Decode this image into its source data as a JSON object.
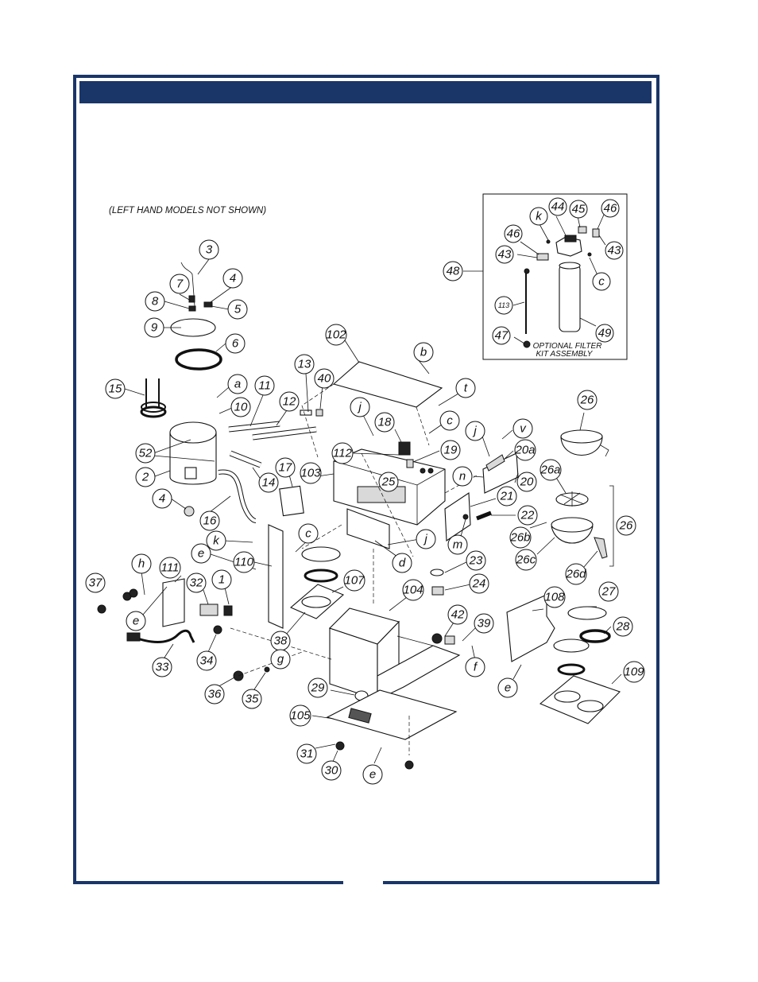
{
  "note": "(LEFT HAND MODELS NOT SHOWN)",
  "filter_kit_label_line1": "OPTIONAL FILTER",
  "filter_kit_label_line2": "KIT ASSEMBLY",
  "colors": {
    "frame": "#1a3668",
    "header": "#1a3668",
    "line": "#111111"
  },
  "callouts": [
    {
      "id": "c-3",
      "label": "3"
    },
    {
      "id": "c-7",
      "label": "7"
    },
    {
      "id": "c-4a",
      "label": "4"
    },
    {
      "id": "c-8",
      "label": "8"
    },
    {
      "id": "c-5",
      "label": "5"
    },
    {
      "id": "c-9",
      "label": "9"
    },
    {
      "id": "c-6",
      "label": "6"
    },
    {
      "id": "c-15",
      "label": "15"
    },
    {
      "id": "c-a",
      "label": "a"
    },
    {
      "id": "c-10",
      "label": "10"
    },
    {
      "id": "c-11",
      "label": "11"
    },
    {
      "id": "c-52",
      "label": "52"
    },
    {
      "id": "c-2",
      "label": "2"
    },
    {
      "id": "c-4b",
      "label": "4"
    },
    {
      "id": "c-16",
      "label": "16"
    },
    {
      "id": "c-14",
      "label": "14"
    },
    {
      "id": "c-12",
      "label": "12"
    },
    {
      "id": "c-13",
      "label": "13"
    },
    {
      "id": "c-40",
      "label": "40"
    },
    {
      "id": "c-102",
      "label": "102"
    },
    {
      "id": "c-b",
      "label": "b"
    },
    {
      "id": "c-t",
      "label": "t"
    },
    {
      "id": "c-c1",
      "label": "c"
    },
    {
      "id": "c-j1",
      "label": "j"
    },
    {
      "id": "c-18",
      "label": "18"
    },
    {
      "id": "c-112",
      "label": "112"
    },
    {
      "id": "c-19",
      "label": "19"
    },
    {
      "id": "c-17",
      "label": "17"
    },
    {
      "id": "c-103",
      "label": "103"
    },
    {
      "id": "c-25",
      "label": "25"
    },
    {
      "id": "c-j2",
      "label": "j"
    },
    {
      "id": "c-v",
      "label": "v"
    },
    {
      "id": "c-20a",
      "label": "20a"
    },
    {
      "id": "c-n",
      "label": "n"
    },
    {
      "id": "c-20",
      "label": "20"
    },
    {
      "id": "c-21",
      "label": "21"
    },
    {
      "id": "c-22",
      "label": "22"
    },
    {
      "id": "c-m",
      "label": "m"
    },
    {
      "id": "c-26top",
      "label": "26"
    },
    {
      "id": "c-26a",
      "label": "26a"
    },
    {
      "id": "c-26b",
      "label": "26b"
    },
    {
      "id": "c-26c",
      "label": "26c"
    },
    {
      "id": "c-26d",
      "label": "26d"
    },
    {
      "id": "c-26side",
      "label": "26"
    },
    {
      "id": "c-k1",
      "label": "k"
    },
    {
      "id": "c-c2",
      "label": "c"
    },
    {
      "id": "c-j3",
      "label": "j"
    },
    {
      "id": "c-d",
      "label": "d"
    },
    {
      "id": "c-e1",
      "label": "e"
    },
    {
      "id": "c-110",
      "label": "110"
    },
    {
      "id": "c-h",
      "label": "h"
    },
    {
      "id": "c-111",
      "label": "111"
    },
    {
      "id": "c-32",
      "label": "32"
    },
    {
      "id": "c-1",
      "label": "1"
    },
    {
      "id": "c-37",
      "label": "37"
    },
    {
      "id": "c-e2",
      "label": "e"
    },
    {
      "id": "c-107",
      "label": "107"
    },
    {
      "id": "c-23",
      "label": "23"
    },
    {
      "id": "c-104",
      "label": "104"
    },
    {
      "id": "c-24",
      "label": "24"
    },
    {
      "id": "c-38",
      "label": "38"
    },
    {
      "id": "c-g",
      "label": "g"
    },
    {
      "id": "c-33",
      "label": "33"
    },
    {
      "id": "c-34",
      "label": "34"
    },
    {
      "id": "c-42",
      "label": "42"
    },
    {
      "id": "c-39",
      "label": "39"
    },
    {
      "id": "c-f",
      "label": "f"
    },
    {
      "id": "c-36",
      "label": "36"
    },
    {
      "id": "c-35",
      "label": "35"
    },
    {
      "id": "c-29",
      "label": "29"
    },
    {
      "id": "c-105",
      "label": "105"
    },
    {
      "id": "c-31",
      "label": "31"
    },
    {
      "id": "c-30",
      "label": "30"
    },
    {
      "id": "c-e3",
      "label": "e"
    },
    {
      "id": "c-108",
      "label": "108"
    },
    {
      "id": "c-27",
      "label": "27"
    },
    {
      "id": "c-28",
      "label": "28"
    },
    {
      "id": "c-e4",
      "label": "e"
    },
    {
      "id": "c-109",
      "label": "109"
    },
    {
      "id": "c-48",
      "label": "48"
    },
    {
      "id": "c-k2",
      "label": "k"
    },
    {
      "id": "c-44",
      "label": "44"
    },
    {
      "id": "c-45",
      "label": "45"
    },
    {
      "id": "c-46a",
      "label": "46"
    },
    {
      "id": "c-46b",
      "label": "46"
    },
    {
      "id": "c-43a",
      "label": "43"
    },
    {
      "id": "c-43b",
      "label": "43"
    },
    {
      "id": "c-c3",
      "label": "c"
    },
    {
      "id": "c-113",
      "label": "113"
    },
    {
      "id": "c-49",
      "label": "49"
    },
    {
      "id": "c-47",
      "label": "47"
    }
  ]
}
